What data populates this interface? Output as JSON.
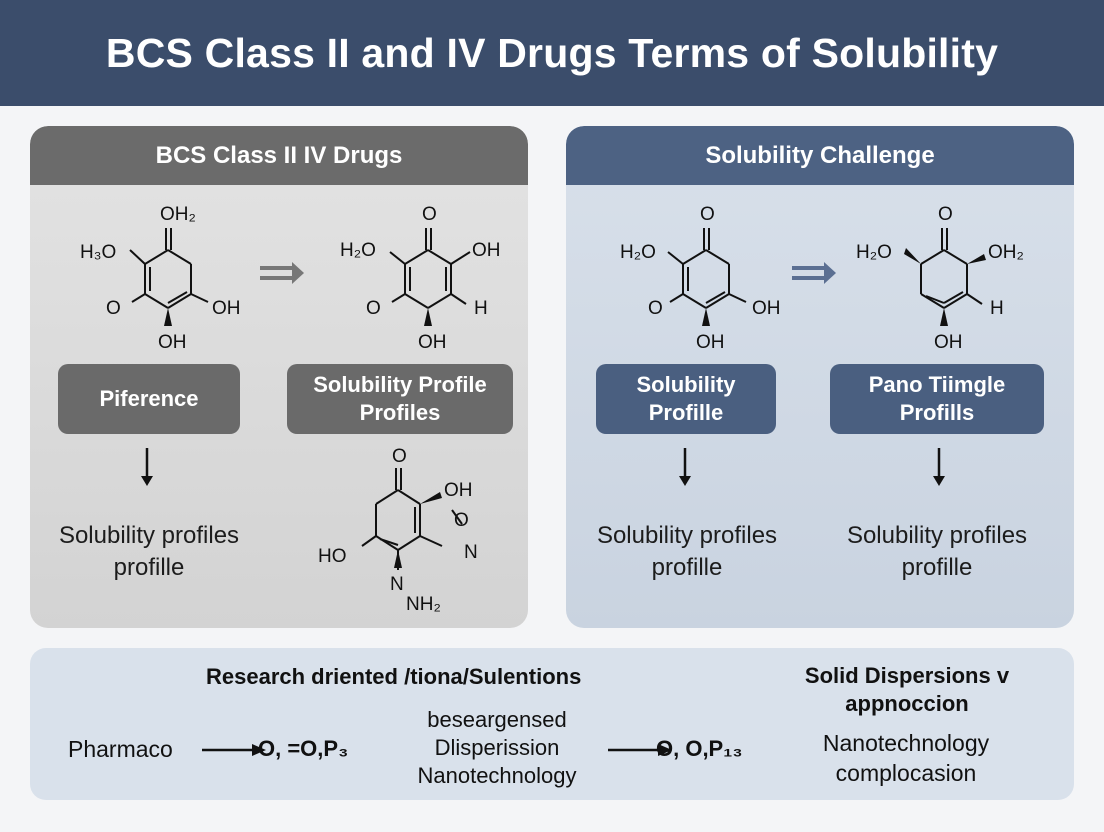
{
  "header": {
    "title": "BCS Class II and IV Drugs Terms of Solubility"
  },
  "left_panel": {
    "title": "BCS Class II IV Drugs",
    "box1": "Piference",
    "box2_line1": "Solubility Profile",
    "box2_line2": "Profiles",
    "caption_line1": "Solubility profiles",
    "caption_line2": "profille",
    "mol1": {
      "top": "OH₂",
      "left": "H₃O",
      "ring_left": "O",
      "ring_right": "OH",
      "bottom": "OH"
    },
    "mol2": {
      "top": "O",
      "left": "H₂O",
      "right": "OH",
      "ring_left": "O",
      "ring_right": "H",
      "bottom": "OH"
    },
    "mol3": {
      "top": "O",
      "right_top": "OH",
      "right": "O",
      "right_n": "N",
      "left": "HO",
      "bottom_n": "N",
      "bottom": "NH₂"
    }
  },
  "right_panel": {
    "title": "Solubility Challenge",
    "box1_line1": "Solubility",
    "box1_line2": "Profille",
    "box2_line1": "Pano Tiimgle",
    "box2_line2": "Profills",
    "caption1_line1": "Solubility profiles",
    "caption1_line2": "profille",
    "caption2_line1": "Solubility profiles",
    "caption2_line2": "profille",
    "mol1": {
      "top": "O",
      "left": "H₂O",
      "ring_left": "O",
      "ring_right": "OH",
      "bottom": "OH"
    },
    "mol2": {
      "top": "O",
      "left": "H₂O",
      "right": "OH₂",
      "ring_right": "H",
      "bottom": "OH"
    }
  },
  "bottom_panel": {
    "heading": "Research  driented /tiona/Sulentions",
    "right_heading_line1": "Solid Dispersions v",
    "right_heading_line2": "appnoccion",
    "start_label": "Pharmaco",
    "formula1": "O, =O,P₃",
    "middle_line1": "beseargensed",
    "middle_line2": "Dlisperission",
    "middle_line3": "Nanotechnology",
    "formula2": "O, O,P₁₃",
    "right_line1": "Nanotechnology",
    "right_line2": "complocasion"
  },
  "colors": {
    "header_bg": "#3b4d6b",
    "left_panel_head": "#6b6b6b",
    "right_panel_head": "#4d6283",
    "bottom_bg": "#d9e1eb"
  }
}
